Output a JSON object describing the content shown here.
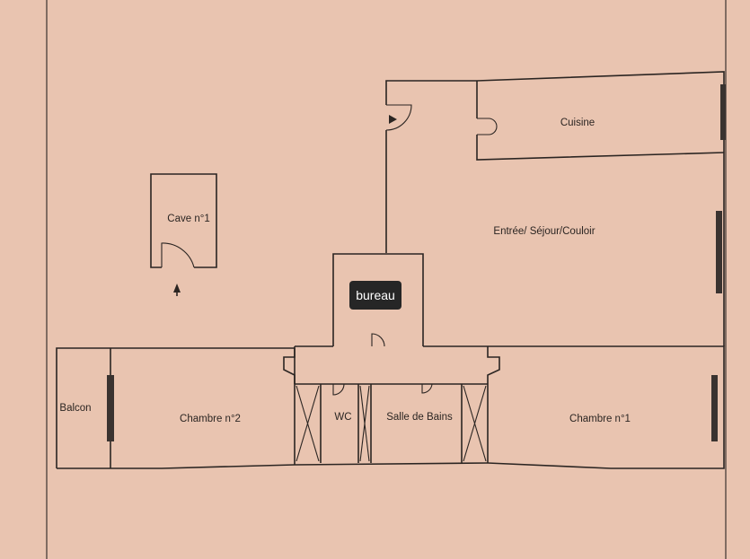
{
  "rooms": {
    "cave": "Cave n°1",
    "cuisine": "Cuisine",
    "entree": "Entrée/ Séjour/Couloir",
    "balcon": "Balcon",
    "chambre2": "Chambre n°2",
    "wc": "WC",
    "salle_de_bains": "Salle de Bains",
    "chambre1": "Chambre n°1"
  },
  "badge": {
    "label": "bureau"
  },
  "colors": {
    "paper": "#e9c4b0",
    "ink": "#2b2522",
    "badge": "#262626"
  }
}
